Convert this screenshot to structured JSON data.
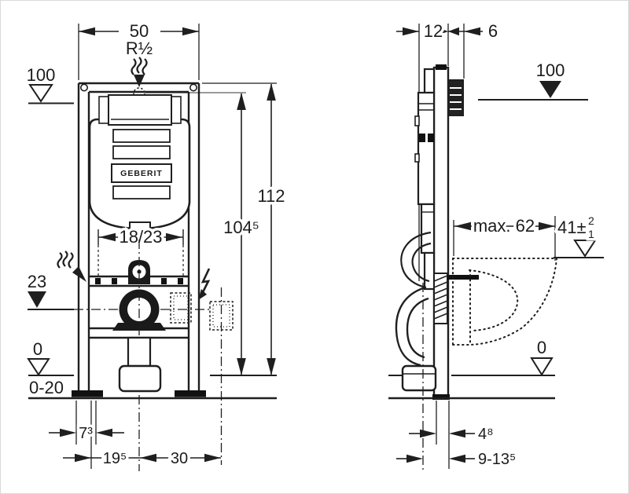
{
  "drawing": {
    "front": {
      "dim_width": "50",
      "water_thread": "R½",
      "level_top": "100",
      "dim_total_height": "112",
      "dim_connection_height": "104⁵",
      "dim_flush_pipe_offset": "18/23",
      "level_water_supply": "23",
      "level_floor": "0",
      "floor_buildup": "0-20",
      "dim_leg_offset": "7³",
      "dim_drain_left": "19⁵",
      "dim_drain_right": "30",
      "brand": "GEBERIT"
    },
    "side": {
      "dim_frame_depth": "12",
      "dim_bracket_depth": "6",
      "level_top": "100",
      "dim_max_outlet": "max. 62",
      "dim_bowl_height": "41±",
      "bowl_tol_plus": "2",
      "bowl_tol_minus": "1",
      "level_floor": "0",
      "dim_flush_wall": "4⁸",
      "dim_outlet_wall": "9-13⁵"
    }
  }
}
